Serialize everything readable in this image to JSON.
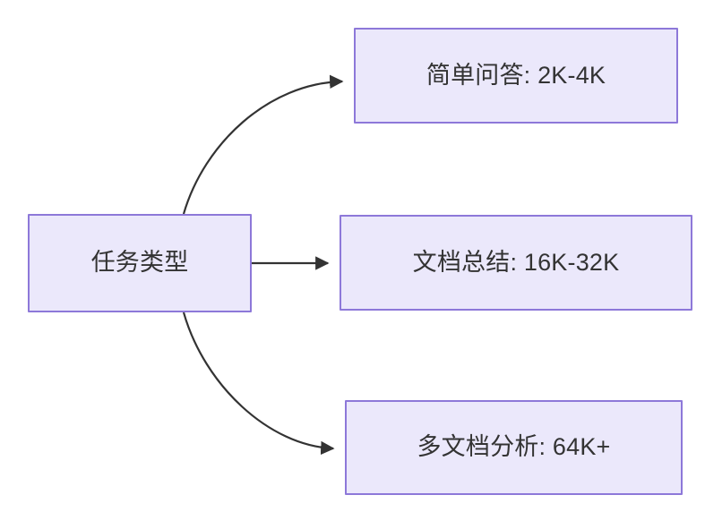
{
  "diagram": {
    "type": "flowchart",
    "direction": "left-to-right",
    "background_color": "#ffffff",
    "node_fill_color": "#ebe8fb",
    "node_border_color": "#8d78d9",
    "node_text_color": "#333333",
    "edge_color": "#333333",
    "root": {
      "id": "root",
      "label": "任务类型"
    },
    "branches": [
      {
        "id": "simple-qa",
        "label": "简单问答: 2K-4K",
        "task": "简单问答",
        "context_length": "2K-4K",
        "edge_style": "curved"
      },
      {
        "id": "doc-summary",
        "label": "文档总结: 16K-32K",
        "task": "文档总结",
        "context_length": "16K-32K",
        "edge_style": "straight"
      },
      {
        "id": "multi-doc",
        "label": "多文档分析: 64K+",
        "task": "多文档分析",
        "context_length": "64K+",
        "edge_style": "curved"
      }
    ],
    "edges": [
      {
        "from": "root",
        "to": "simple-qa",
        "arrowhead": "filled-triangle"
      },
      {
        "from": "root",
        "to": "doc-summary",
        "arrowhead": "filled-triangle"
      },
      {
        "from": "root",
        "to": "multi-doc",
        "arrowhead": "filled-triangle"
      }
    ]
  }
}
